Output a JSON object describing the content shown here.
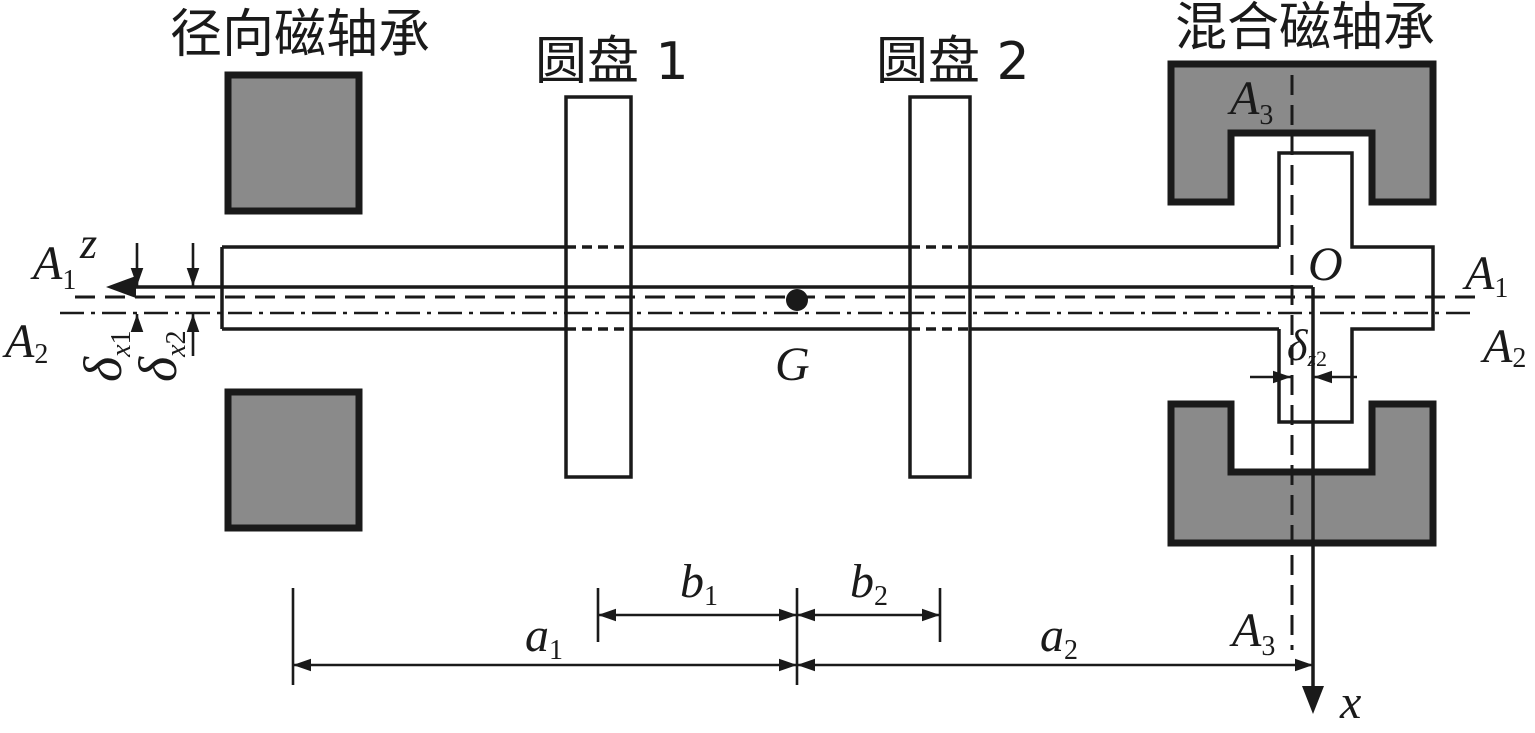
{
  "labels": {
    "radial_bearing": "径向磁轴承",
    "disk1": "圆盘 1",
    "disk2": "圆盘 2",
    "hybrid_bearing": "混合磁轴承"
  },
  "symbols": {
    "A1_left": {
      "main": "A",
      "sub": "1"
    },
    "z": "z",
    "A2_left": {
      "main": "A",
      "sub": "2"
    },
    "delta_x1": {
      "main": "δ",
      "sub_var": "x",
      "sub_num": "1"
    },
    "delta_x2": {
      "main": "δ",
      "sub_var": "x",
      "sub_num": "2"
    },
    "G": "G",
    "O": "O",
    "A1_right": {
      "main": "A",
      "sub": "1"
    },
    "A2_right": {
      "main": "A",
      "sub": "2"
    },
    "delta_z2": {
      "main": "δ",
      "sub_var": "z",
      "sub_num": "2"
    },
    "A3_top": {
      "main": "A",
      "sub": "3"
    },
    "A3_bottom": {
      "main": "A",
      "sub": "3"
    },
    "x": "x",
    "b1": {
      "main": "b",
      "sub": "1"
    },
    "b2": {
      "main": "b",
      "sub": "2"
    },
    "a1": {
      "main": "a",
      "sub": "1"
    },
    "a2": {
      "main": "a",
      "sub": "2"
    }
  },
  "colors": {
    "bearing_fill": "#8a8a8a",
    "stroke": "#1a1a1a",
    "background": "#ffffff"
  }
}
